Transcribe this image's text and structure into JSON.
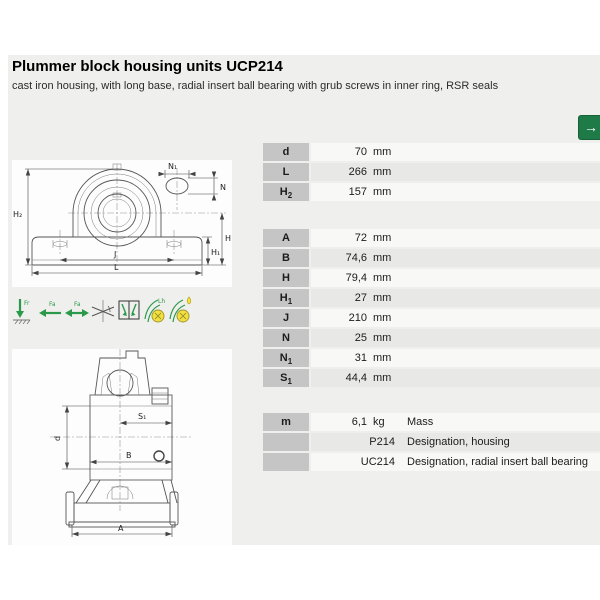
{
  "page": {
    "background": "#ffffff",
    "panel_background": "#efefed",
    "accent_green": "#1e7a46",
    "icon_green": "#2a9a4a"
  },
  "header": {
    "title": "Plummer block housing units UCP214",
    "subtitle": "cast iron housing, with long base, radial insert ball bearing with grub screws in inner ring, RSR seals"
  },
  "toolbar": {
    "next_button_glyph": "→"
  },
  "feature_icons": {
    "radial_load_label": "Fr",
    "axial_load_one_label": "Fa",
    "axial_load_two_label": "Fa",
    "relubrication_label": "Lh"
  },
  "drawings": {
    "front_view": {
      "labels": {
        "H2": "H₂",
        "N1": "N₁",
        "N": "N",
        "H": "H",
        "H1": "H₁",
        "J": "J",
        "L": "L"
      }
    },
    "section_view": {
      "labels": {
        "S1": "S₁",
        "d": "d",
        "B": "B",
        "A": "A"
      }
    }
  },
  "table": {
    "groups": [
      {
        "rows": [
          {
            "label": "d",
            "sub": "",
            "value": "70",
            "unit": "mm",
            "desc": ""
          },
          {
            "label": "L",
            "sub": "",
            "value": "266",
            "unit": "mm",
            "desc": ""
          },
          {
            "label": "H",
            "sub": "2",
            "value": "157",
            "unit": "mm",
            "desc": ""
          }
        ]
      },
      {
        "rows": [
          {
            "label": "A",
            "sub": "",
            "value": "72",
            "unit": "mm",
            "desc": ""
          },
          {
            "label": "B",
            "sub": "",
            "value": "74,6",
            "unit": "mm",
            "desc": ""
          },
          {
            "label": "H",
            "sub": "",
            "value": "79,4",
            "unit": "mm",
            "desc": ""
          },
          {
            "label": "H",
            "sub": "1",
            "value": "27",
            "unit": "mm",
            "desc": ""
          },
          {
            "label": "J",
            "sub": "",
            "value": "210",
            "unit": "mm",
            "desc": ""
          },
          {
            "label": "N",
            "sub": "",
            "value": "25",
            "unit": "mm",
            "desc": ""
          },
          {
            "label": "N",
            "sub": "1",
            "value": "31",
            "unit": "mm",
            "desc": ""
          },
          {
            "label": "S",
            "sub": "1",
            "value": "44,4",
            "unit": "mm",
            "desc": ""
          }
        ]
      },
      {
        "rows": [
          {
            "label": "m",
            "sub": "",
            "value": "6,1",
            "unit": "kg",
            "desc": "Mass"
          },
          {
            "label": "",
            "sub": "",
            "value": "P214",
            "unit": "",
            "desc": "Designation, housing"
          },
          {
            "label": "",
            "sub": "",
            "value": "UC214",
            "unit": "",
            "desc": "Designation, radial insert ball bearing"
          }
        ]
      }
    ]
  }
}
